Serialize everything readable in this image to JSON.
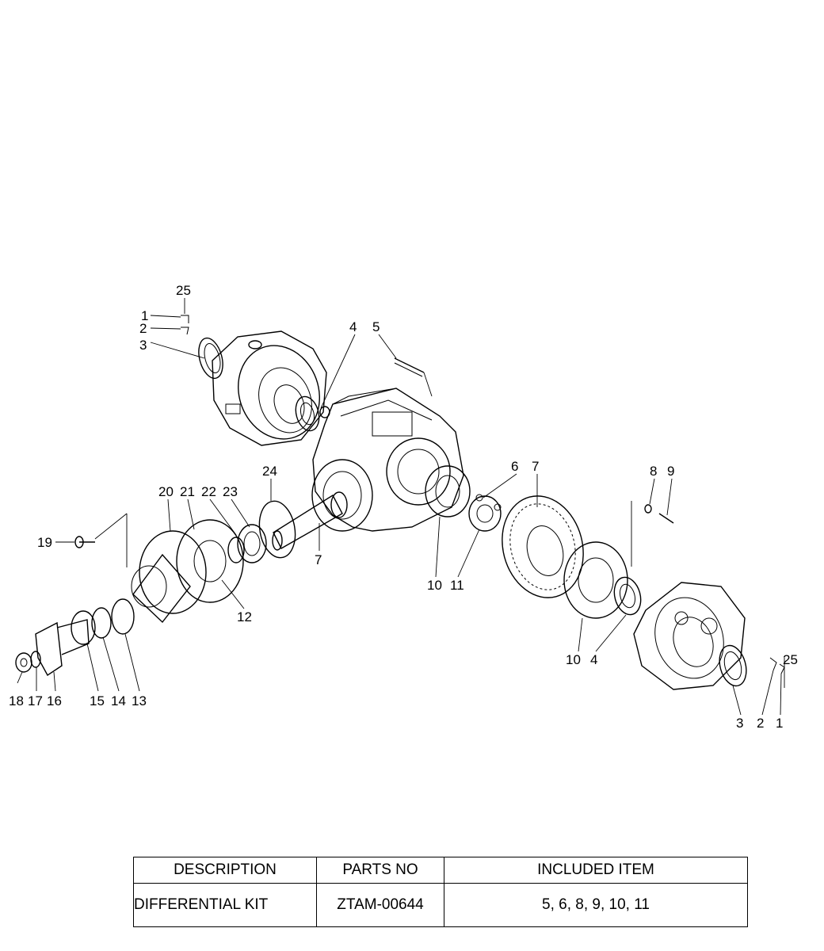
{
  "diagram": {
    "callouts": [
      {
        "id": "c25a",
        "text": "25"
      },
      {
        "id": "c1a",
        "text": "1"
      },
      {
        "id": "c2a",
        "text": "2"
      },
      {
        "id": "c3a",
        "text": "3"
      },
      {
        "id": "c4a",
        "text": "4"
      },
      {
        "id": "c5",
        "text": "5"
      },
      {
        "id": "c24",
        "text": "24"
      },
      {
        "id": "c6",
        "text": "6"
      },
      {
        "id": "c7a",
        "text": "7"
      },
      {
        "id": "c8",
        "text": "8"
      },
      {
        "id": "c9",
        "text": "9"
      },
      {
        "id": "c20",
        "text": "20"
      },
      {
        "id": "c21",
        "text": "21"
      },
      {
        "id": "c22",
        "text": "22"
      },
      {
        "id": "c23",
        "text": "23"
      },
      {
        "id": "c19",
        "text": "19"
      },
      {
        "id": "c7b",
        "text": "7"
      },
      {
        "id": "c10a",
        "text": "10"
      },
      {
        "id": "c11",
        "text": "11"
      },
      {
        "id": "c12",
        "text": "12"
      },
      {
        "id": "c10b",
        "text": "10"
      },
      {
        "id": "c4b",
        "text": "4"
      },
      {
        "id": "c25b",
        "text": "25"
      },
      {
        "id": "c18",
        "text": "18"
      },
      {
        "id": "c17",
        "text": "17"
      },
      {
        "id": "c16",
        "text": "16"
      },
      {
        "id": "c15",
        "text": "15"
      },
      {
        "id": "c14",
        "text": "14"
      },
      {
        "id": "c13",
        "text": "13"
      },
      {
        "id": "c3b",
        "text": "3"
      },
      {
        "id": "c2b",
        "text": "2"
      },
      {
        "id": "c1b",
        "text": "1"
      }
    ]
  },
  "kit_table": {
    "headers": {
      "description": "DESCRIPTION",
      "parts_no": "PARTS NO",
      "included_item": "INCLUDED ITEM"
    },
    "rows": [
      {
        "description": "DIFFERENTIAL KIT",
        "parts_no": "ZTAM-00644",
        "included_item": "5, 6, 8, 9, 10, 11"
      }
    ]
  }
}
